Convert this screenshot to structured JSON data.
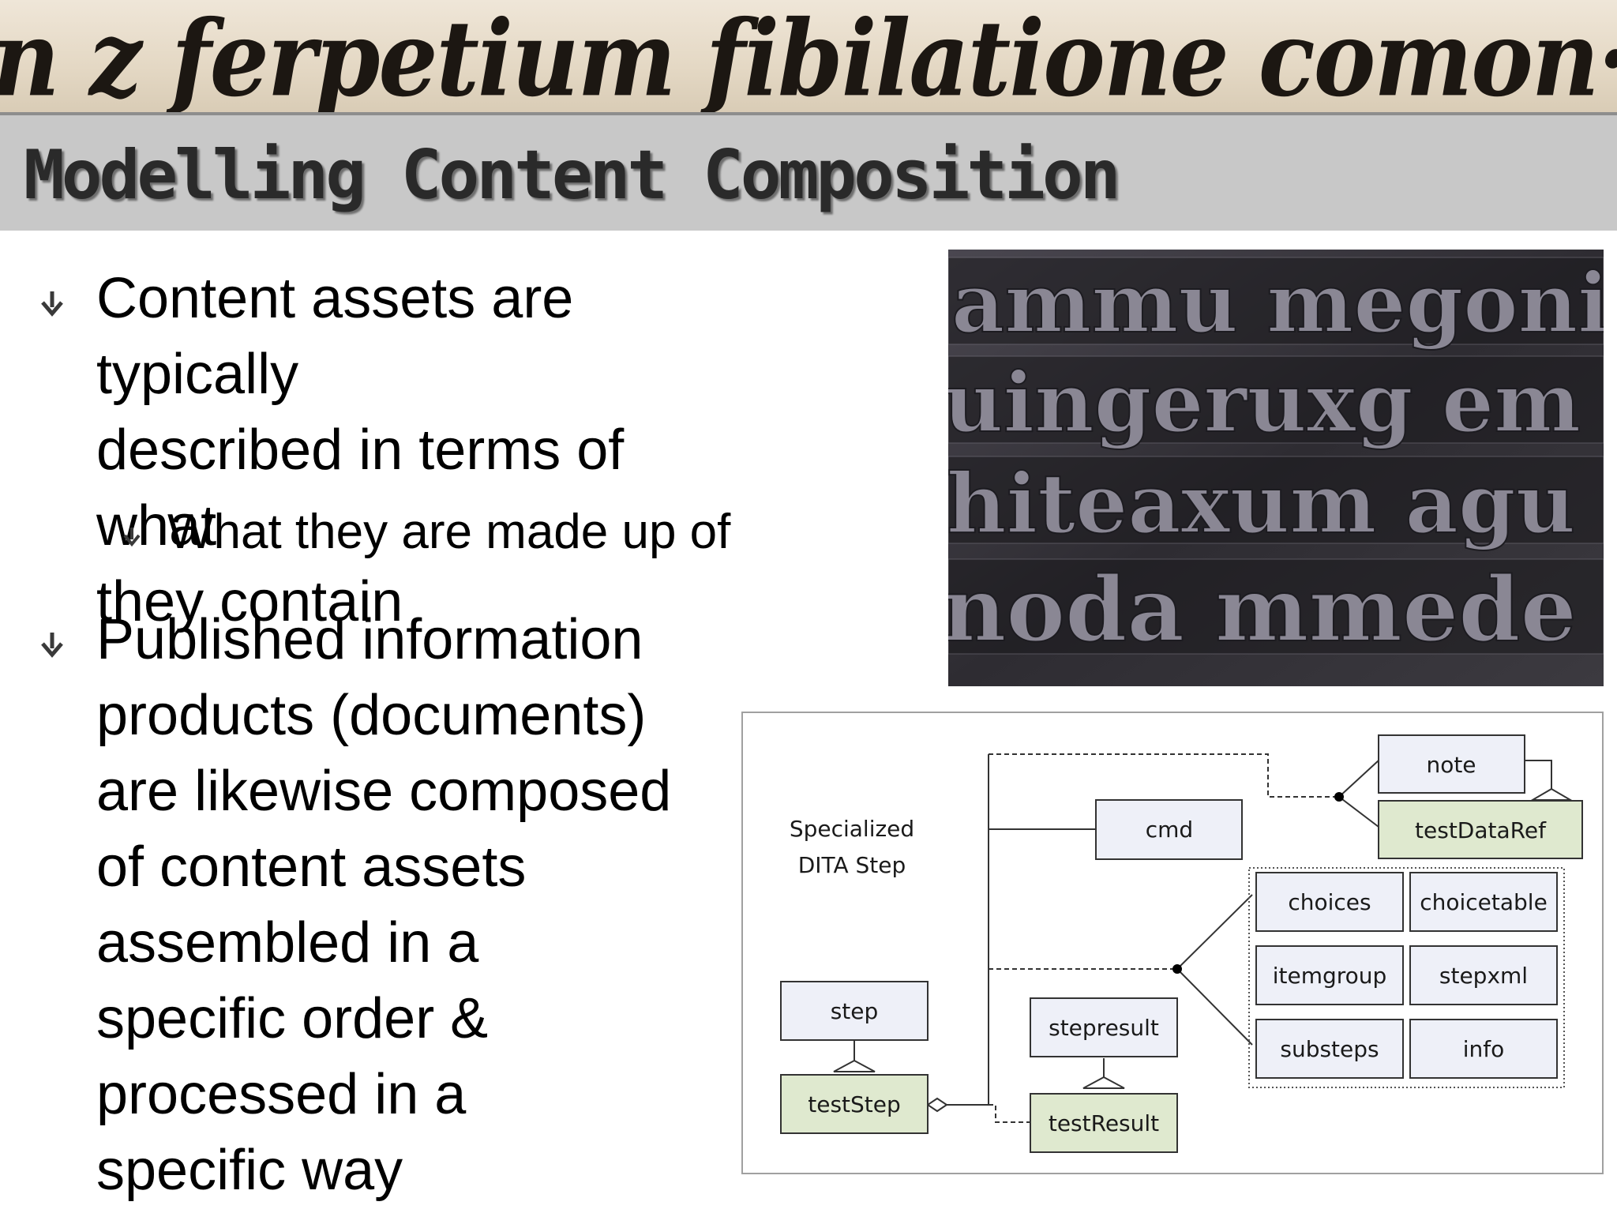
{
  "banner": {
    "text": "n z ferpetium fibilatione comon·"
  },
  "title": "Modelling Content Composition",
  "bullets": [
    {
      "lines": [
        "Content assets are typically",
        "described in terms of what",
        "they contain"
      ],
      "sub": [
        "What they are made up of"
      ]
    },
    {
      "lines": [
        "Published information",
        "products (documents)",
        "are likewise composed",
        "of content assets",
        "assembled in a",
        "specific order &",
        "processed in a",
        "specific way"
      ],
      "sub": []
    }
  ],
  "photo": {
    "rows": [
      "ammu megonis",
      "uingeruxg em",
      "hiteaxum agu",
      "noda mmede"
    ]
  },
  "diagram": {
    "label": [
      "Specialized",
      "DITA Step"
    ],
    "nodes": {
      "note": "note",
      "testDataRef": "testDataRef",
      "cmd": "cmd",
      "choices": "choices",
      "choicetable": "choicetable",
      "itemgroup": "itemgroup",
      "stepxml": "stepxml",
      "substeps": "substeps",
      "info": "info",
      "step": "step",
      "testStep": "testStep",
      "stepresult": "stepresult",
      "testResult": "testResult"
    },
    "colors": {
      "base_fill": "#eef0f8",
      "special_fill": "#dfe9cf",
      "stroke": "#333333"
    }
  },
  "colors": {
    "title_bar": "#c8c8c8",
    "bullet_arrow": "#3a3a3a"
  }
}
